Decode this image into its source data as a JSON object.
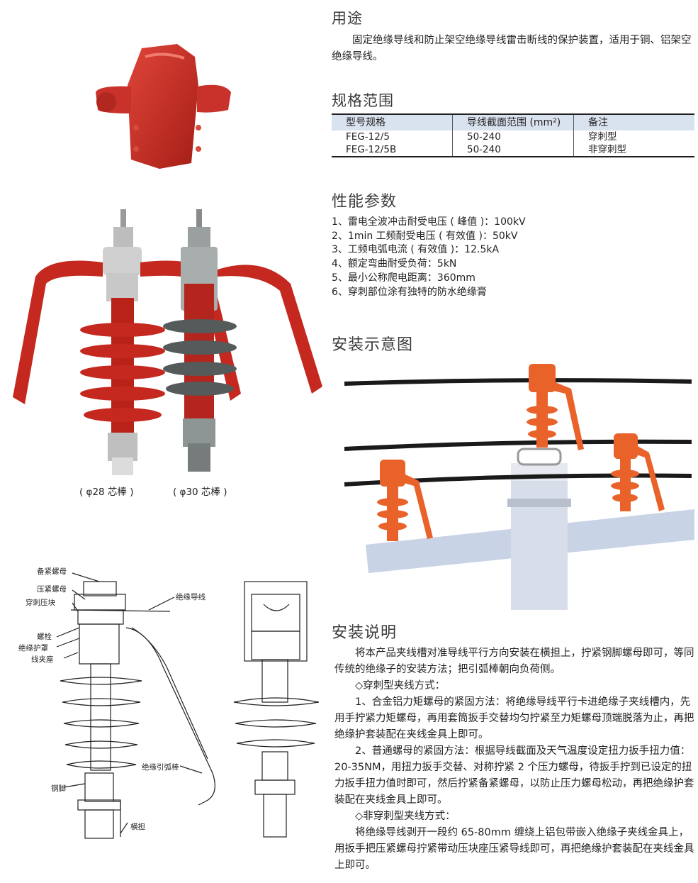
{
  "usage": {
    "title": "用途",
    "text": "固定绝缘导线和防止架空绝缘导线雷击断线的保护装置，适用于铜、铝架空绝缘导线。"
  },
  "spec": {
    "title": "规格范围",
    "headers": [
      "型号规格",
      "导线截面范围 (mm²)",
      "备注"
    ],
    "rows": [
      [
        "FEG-12/5",
        "50-240",
        "穿刺型"
      ],
      [
        "FEG-12/5B",
        "50-240",
        "非穿刺型"
      ]
    ]
  },
  "params": {
    "title": "性能参数",
    "items": [
      "1、雷电全波冲击耐受电压 ( 峰值 )：100kV",
      "2、1min 工频耐受电压 ( 有效值 )：50kV",
      "3、工频电弧电流 ( 有效值 )：12.5kA",
      "4、额定弯曲耐受负荷：5kN",
      "5、最小公称爬电距离：360mm",
      "6、穿刺部位涂有独特的防水绝缘膏"
    ]
  },
  "install_diagram": {
    "title": "安装示意图"
  },
  "captions": {
    "left": "( φ28 芯棒 )",
    "right": "( φ30 芯棒 )"
  },
  "drawing_labels": {
    "l1": "备紧螺母",
    "l2": "压紧螺母",
    "l3": "穿刺压块",
    "l4": "螺栓",
    "l5": "绝缘护罩",
    "l6": "线夹座",
    "l7": "绝缘导线",
    "l8": "绝缘引弧棒",
    "l9": "钢脚",
    "l10": "横担"
  },
  "instructions": {
    "title": "安装说明",
    "p1": "将本产品夹线槽对准导线平行方向安装在横担上，拧紧钢脚螺母即可，等同传统的绝缘子的安装方法；把引弧棒朝向负荷侧。",
    "h1": "◇穿刺型夹线方式：",
    "p2": "1、合金铝力矩螺母的紧固方法：将绝缘导线平行卡进绝缘子夹线槽内，先用手拧紧力矩螺母，再用套筒扳手交替均匀拧紧至力矩螺母顶端脱落为止，再把绝缘护套装配在夹线金具上即可。",
    "p3": "2、普通螺母的紧固方法：根据导线截面及天气温度设定扭力扳手扭力值：20-35NM，用扭力扳手交替、对称拧紧 2 个压力螺母，待扳手拧到已设定的扭力扳手扭力值时即可，然后拧紧备紧螺母，以防止压力螺母松动，再把绝缘护套装配在夹线金具上即可。",
    "h2": "◇非穿刺型夹线方式：",
    "p4": "将绝缘导线剥开一段约 65-80mm 缠绕上铝包带嵌入绝缘子夹线金具上，用扳手把压紧螺母拧紧带动压块座压紧导线即可，再把绝缘护套装配在夹线金具上即可。"
  }
}
